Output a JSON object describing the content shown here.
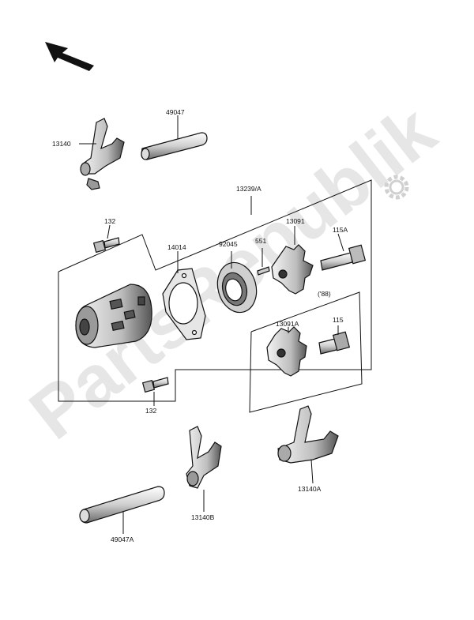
{
  "diagram": {
    "watermark": "PartsRepublik",
    "callouts": {
      "shaft_top": "49047",
      "fork_top": "13140",
      "assembly": "13239/A",
      "bolt_upper": "132",
      "bolt_lower": "132",
      "gasket": "14014",
      "bearing": "92045",
      "pin": "551",
      "star_upper": "13091",
      "screw_upper": "115A",
      "year_variant": "('88)",
      "star_lower": "13091A",
      "screw_lower": "115",
      "fork_right": "13140A",
      "fork_middle": "13140B",
      "shaft_bottom": "49047A"
    },
    "icons": [
      "direction-arrow-icon",
      "gear-logo-icon"
    ]
  }
}
